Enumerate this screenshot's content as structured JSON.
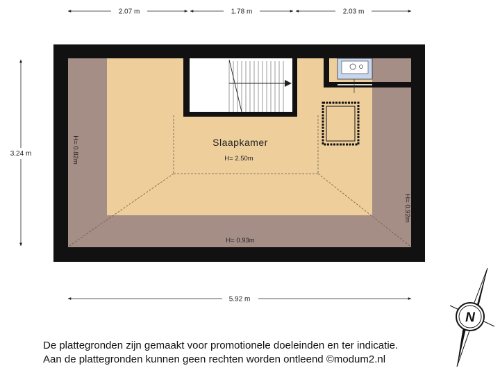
{
  "dimensions": {
    "top_left": "2.07 m",
    "top_middle": "1.78 m",
    "top_right": "2.03 m",
    "left_height": "3.24 m",
    "bottom_width": "5.92 m"
  },
  "room": {
    "name": "Slaapkamer",
    "ceiling_height": "H= 2.50m"
  },
  "heights": {
    "left": "H= 0.82m",
    "right": "H= 0.92m",
    "bottom": "H= 0.93m"
  },
  "compass": {
    "label": "N"
  },
  "disclaimer": {
    "line1": "De plattegronden zijn gemaakt voor promotionele doeleinden en ter indicatie.",
    "line2": "Aan de plattegronden kunnen geen rechten worden ontleend ©modum2.nl"
  },
  "colors": {
    "wall": "#111111",
    "floor": "#eecf9c",
    "low_area": "#a58e86",
    "stair_fill": "#ffffff",
    "boiler_blue": "#c6d6ef"
  }
}
